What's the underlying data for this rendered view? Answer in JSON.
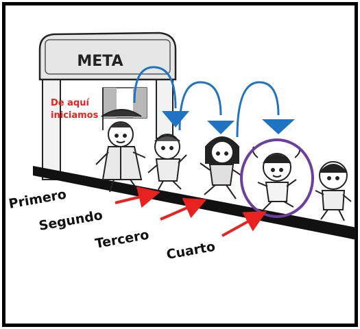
{
  "arch": {
    "sign": "META",
    "note_line1": "De aquí",
    "note_line2": "iniciamos"
  },
  "labels": {
    "first": "Primero",
    "second": "Segundo",
    "third": "Tercero",
    "fourth": "Cuarto"
  },
  "colors": {
    "frame": "#000000",
    "note": "#e8231f",
    "jump_arrows": "#1f73c2",
    "pointer_arrows": "#e8231f",
    "highlight_circle": "#6b3fa0",
    "track": "#111111"
  }
}
